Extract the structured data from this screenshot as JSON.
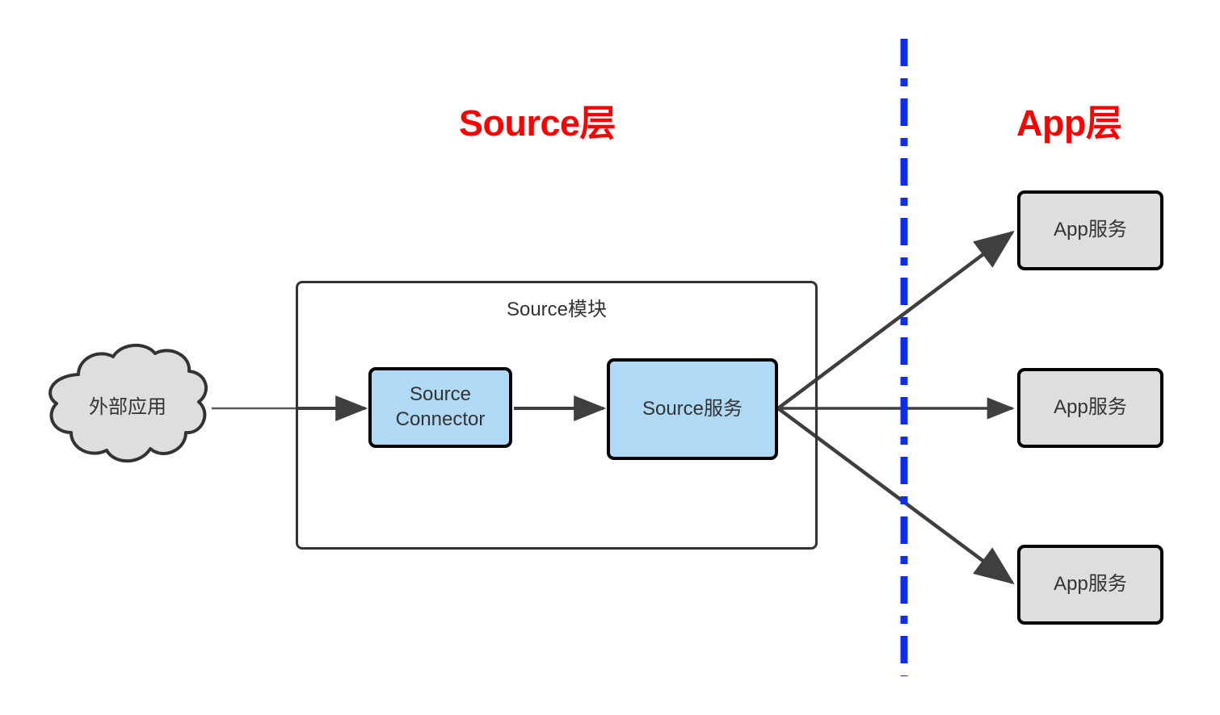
{
  "diagram": {
    "title_source_layer": "Source层",
    "title_app_layer": "App层",
    "module_label": "Source模块",
    "cloud_label": "外部应用",
    "connector_line_1": "Source",
    "connector_line_2": "Connector",
    "source_service_label": "Source服务",
    "app_service_1": "App服务",
    "app_service_2": "App服务",
    "app_service_3": "App服务",
    "colors": {
      "layer_title": "#ff0000",
      "divider": "#0d2cf0",
      "node_blue_fill": "#b0d9f5",
      "node_gray_fill": "#dededf",
      "node_border": "#000000",
      "module_border": "#333333",
      "edge": "#3f3f3f",
      "text": "#333333"
    }
  }
}
